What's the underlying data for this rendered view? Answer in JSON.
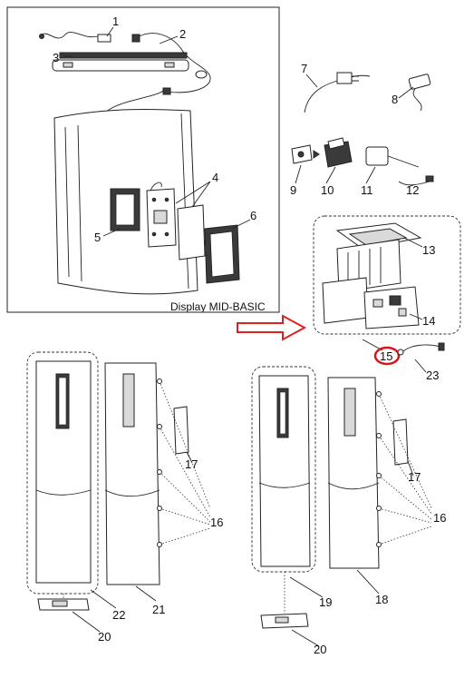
{
  "caption": "Display MID-BASIC",
  "labels": [
    "1",
    "2",
    "3",
    "4",
    "5",
    "6",
    "7",
    "8",
    "9",
    "10",
    "11",
    "12",
    "13",
    "14",
    "15",
    "16",
    "17",
    "18",
    "19",
    "20",
    "21",
    "22",
    "23"
  ],
  "colors": {
    "arrow": "#e0201c",
    "highlight": "#d9141c",
    "ink": "#222222"
  },
  "icons": [
    "arrow-right-icon"
  ]
}
